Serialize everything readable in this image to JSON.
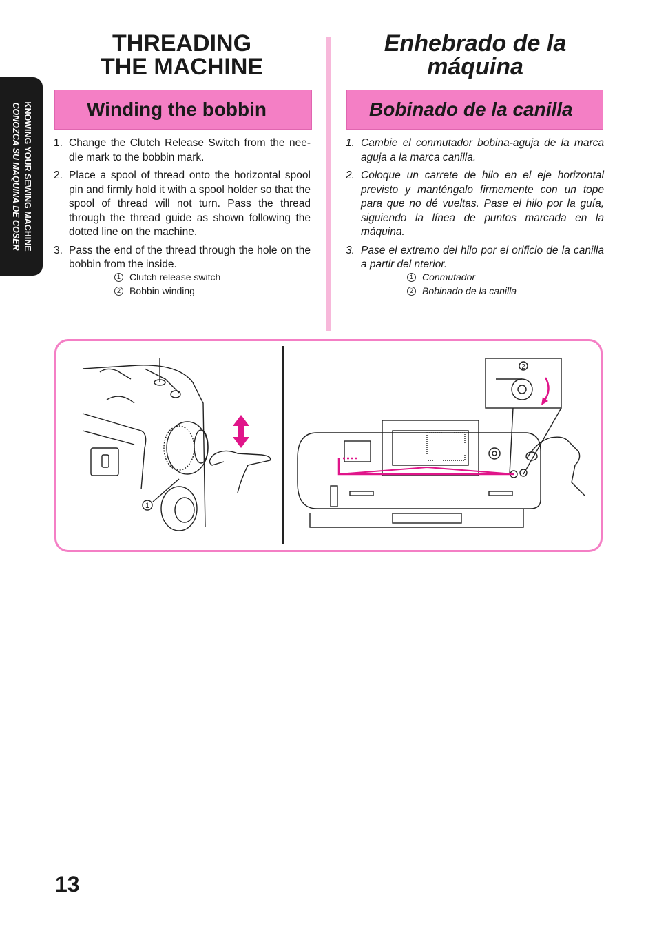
{
  "side_tab": {
    "line_en": "KNOWING YOUR SEWING MACHINE",
    "line_es": "CONOZCA SU MAQUINA DE COSER"
  },
  "title_en": {
    "line1": "THREADING",
    "line2": "THE MACHINE"
  },
  "title_es": {
    "line1": "Enhebrado de la",
    "line2": "máquina"
  },
  "section_en": {
    "heading": "Winding the bobbin"
  },
  "section_es": {
    "heading": "Bobinado de la canilla"
  },
  "steps_en": [
    {
      "num": "1.",
      "text": "Change the Clutch Release Switch from the nee-dle mark to the bobbin mark."
    },
    {
      "num": "2.",
      "text": "Place a spool of thread onto the horizontal spool pin and firmly hold it with a spool holder so that the spool of thread will not turn. Pass the thread through the thread guide as shown following the dotted line on the machine."
    },
    {
      "num": "3.",
      "text": "Pass the end of the thread through the hole on the bobbin from the inside."
    }
  ],
  "steps_es": [
    {
      "num": "1.",
      "text": "Cambie el conmutador bobina-aguja de la marca aguja a la marca canilla."
    },
    {
      "num": "2.",
      "text": "Coloque un carrete de hilo en el eje horizontal previsto y manténgalo firmemente con un tope para que no dé vueltas. Pase el hilo por la guía, siguiendo la línea de puntos marcada en la máquina."
    },
    {
      "num": "3.",
      "text": "Pase el extremo del hilo por el orificio de la canilla a partir del nterior."
    }
  ],
  "legend_en": [
    {
      "num": "1",
      "text": "Clutch release switch"
    },
    {
      "num": "2",
      "text": "Bobbin winding"
    }
  ],
  "legend_es": [
    {
      "num": "1",
      "text": "Conmutador"
    },
    {
      "num": "2",
      "text": "Bobinado de la canilla"
    }
  ],
  "figure": {
    "callout_1": "1",
    "callout_2": "2"
  },
  "colors": {
    "accent_pink": "#f47fc5",
    "thread_magenta": "#e0158a",
    "divider_pink": "#f7b8da"
  },
  "page_number": "13"
}
